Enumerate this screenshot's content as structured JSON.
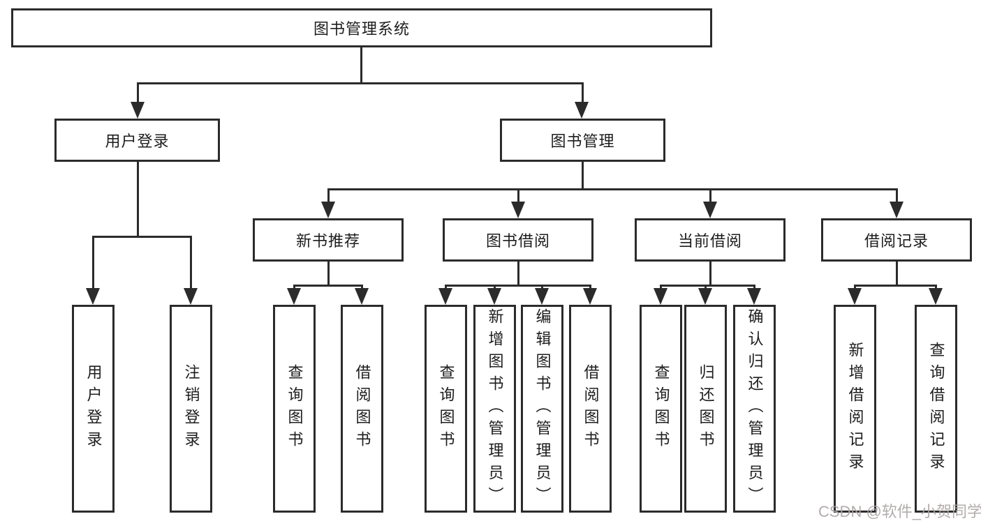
{
  "tree": {
    "root": {
      "label": "图书管理系统"
    },
    "branches": [
      {
        "label": "用户登录",
        "children": [
          {
            "label": "用户登录"
          },
          {
            "label": "注销登录"
          }
        ]
      },
      {
        "label": "图书管理",
        "groups": [
          {
            "label": "新书推荐",
            "children": [
              {
                "label": "查询图书"
              },
              {
                "label": "借阅图书"
              }
            ]
          },
          {
            "label": "图书借阅",
            "children": [
              {
                "label": "查询图书"
              },
              {
                "label": "新增图书（管理员）"
              },
              {
                "label": "编辑图书（管理员）"
              },
              {
                "label": "借阅图书"
              }
            ]
          },
          {
            "label": "当前借阅",
            "children": [
              {
                "label": "查询图书"
              },
              {
                "label": "归还图书"
              },
              {
                "label": "确认归还（管理员）"
              }
            ]
          },
          {
            "label": "借阅记录",
            "children": [
              {
                "label": "新增借阅记录"
              },
              {
                "label": "查询借阅记录"
              }
            ]
          }
        ]
      }
    ]
  },
  "watermark": {
    "text": "CSDN @软件_小贺同学"
  },
  "colors": {
    "line": "#2b2b2b",
    "text": "#1d1d1d",
    "background": "#ffffff",
    "watermark": "#aca5a5"
  }
}
